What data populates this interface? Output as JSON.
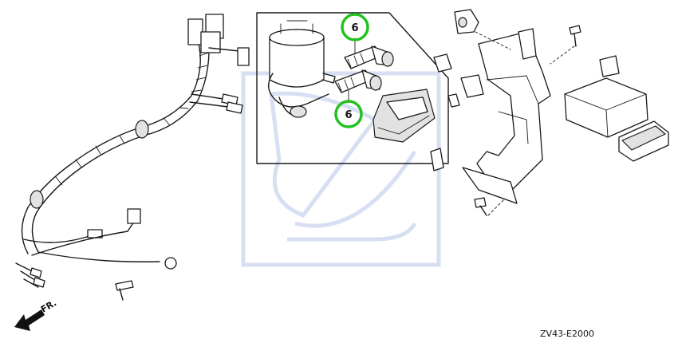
{
  "callouts": [
    {
      "label": "6"
    },
    {
      "label": "6"
    }
  ],
  "direction_label": "FR.",
  "diagram_code": "ZV43-E2000",
  "colors": {
    "highlight": "#22c21e",
    "line": "#1a1a1a",
    "watermark": "#c9d6ee"
  }
}
